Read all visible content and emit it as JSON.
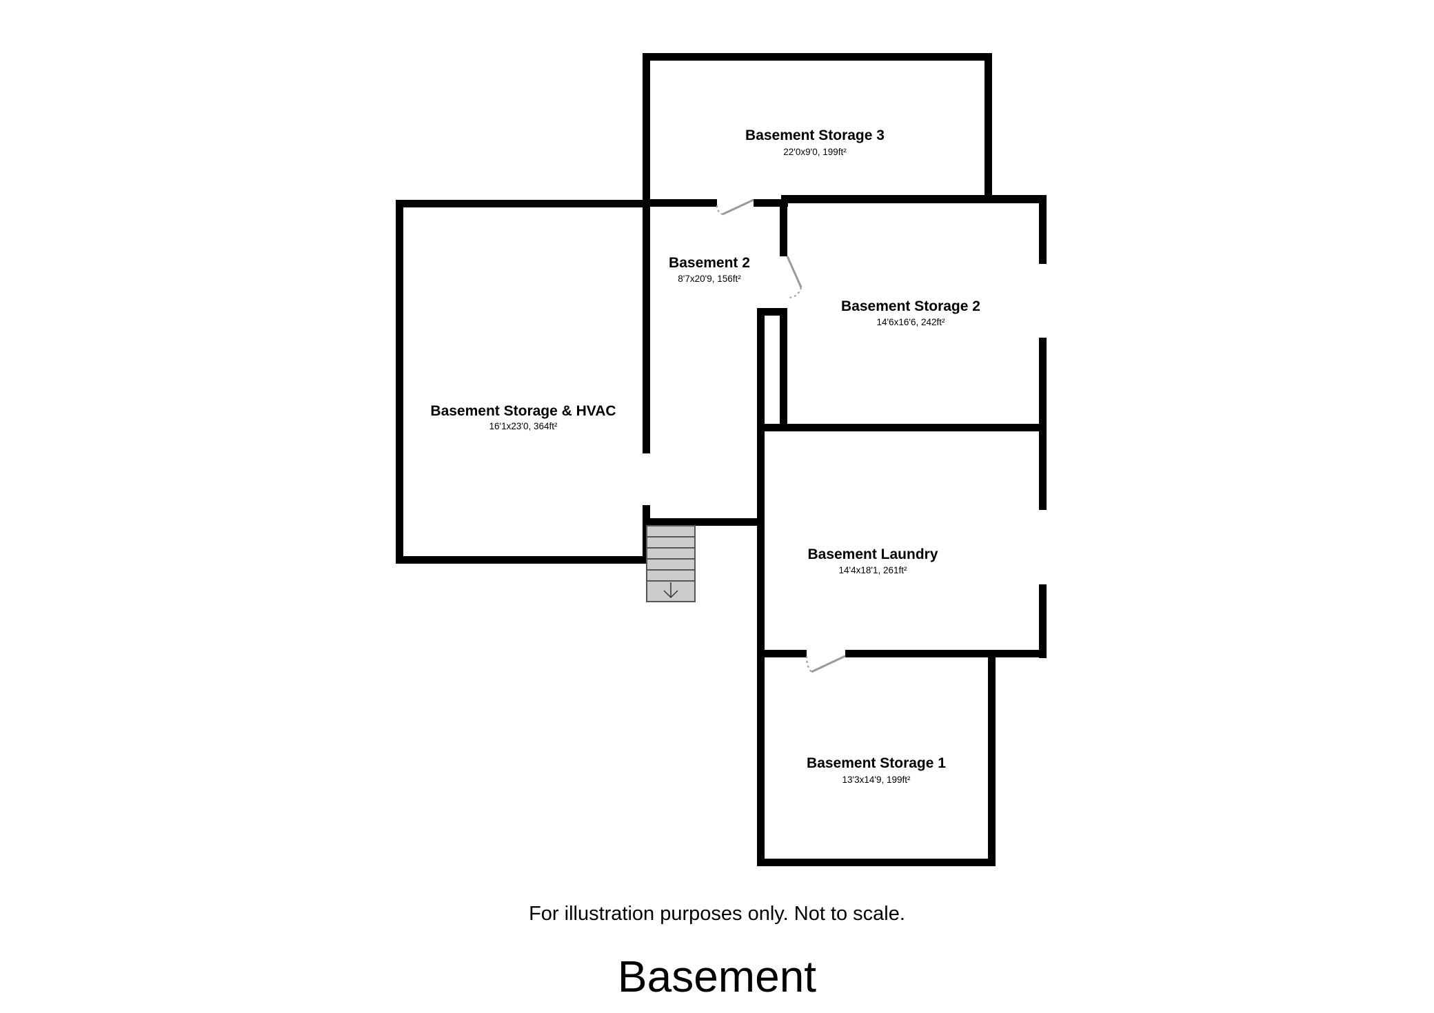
{
  "rooms": [
    {
      "id": "storage3",
      "name": "Basement Storage 3",
      "dims": "22'0x9'0, 199ft²"
    },
    {
      "id": "basement2",
      "name": "Basement 2",
      "dims": "8'7x20'9, 156ft²"
    },
    {
      "id": "storage2",
      "name": "Basement Storage 2",
      "dims": "14'6x16'6, 242ft²"
    },
    {
      "id": "hvac",
      "name": "Basement Storage & HVAC",
      "dims": "16'1x23'0, 364ft²"
    },
    {
      "id": "laundry",
      "name": "Basement Laundry",
      "dims": "14'4x18'1, 261ft²"
    },
    {
      "id": "storage1",
      "name": "Basement Storage 1",
      "dims": "13'3x14'9, 199ft²"
    }
  ],
  "footer": {
    "disclaimer": "For illustration purposes only. Not to scale.",
    "floor_name": "Basement"
  },
  "icons": {
    "stairs_direction": "arrow-down-icon"
  },
  "colors": {
    "wall": "#000000",
    "stairs": "#cccccc",
    "door": "#9a9a9a"
  }
}
